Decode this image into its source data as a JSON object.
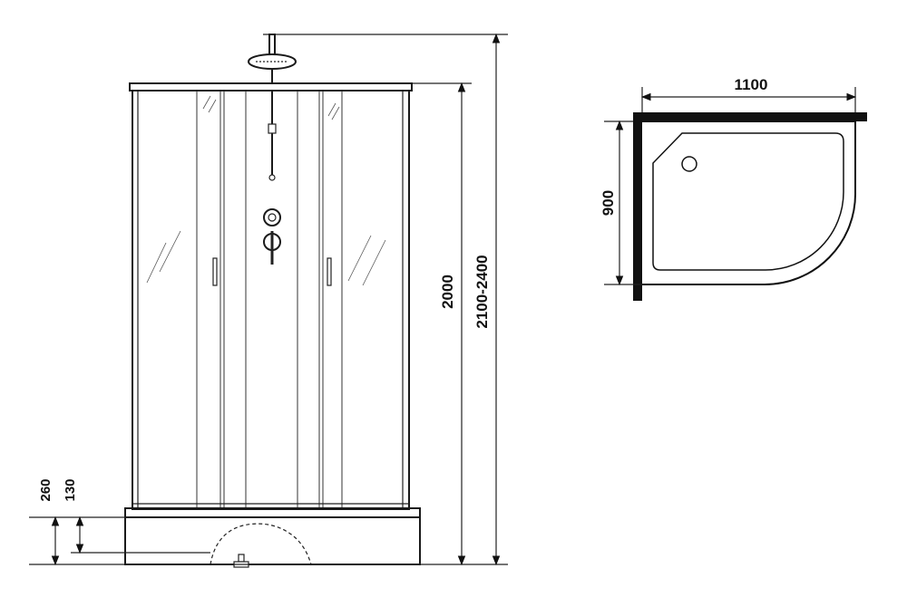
{
  "front_view": {
    "height_label": "2000",
    "total_height_label": "2100-2400",
    "tray_height_label": "260",
    "tray_step_label": "130"
  },
  "top_view": {
    "width_label": "1100",
    "depth_label": "900"
  }
}
